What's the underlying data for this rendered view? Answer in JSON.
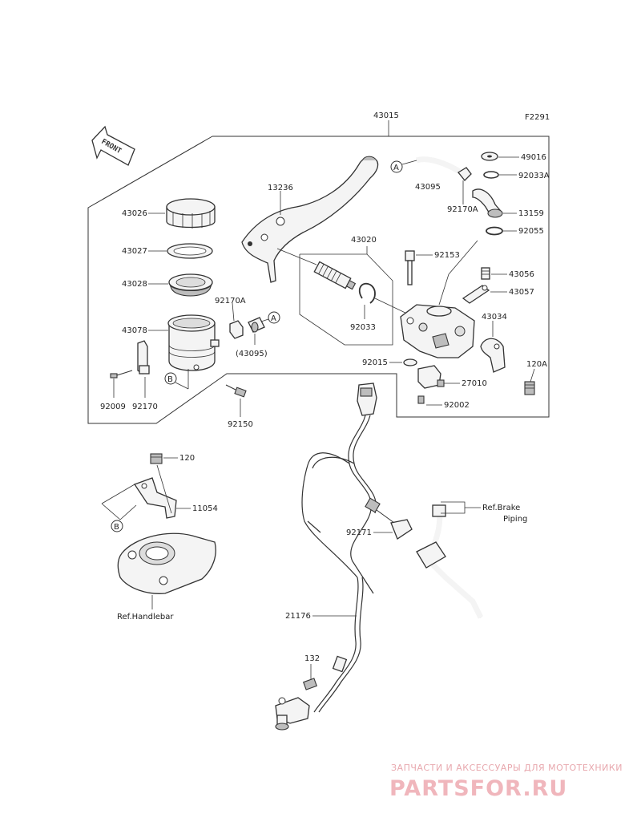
{
  "figure_code": "F2291",
  "front_arrow_text": "FRONT",
  "labels": {
    "l43015": "43015",
    "l49016": "49016",
    "l43095": "43095",
    "l92033A": "92033A",
    "l92170A_top": "92170A",
    "l13159": "13159",
    "l92055": "92055",
    "l13236": "13236",
    "l43026": "43026",
    "l43020": "43020",
    "l92153": "92153",
    "l43027": "43027",
    "l43056": "43056",
    "l43028": "43028",
    "l43057": "43057",
    "l92170A_mid": "92170A",
    "l43078": "43078",
    "l92033": "92033",
    "l43034": "43034",
    "l43095_ref": "(43095)",
    "l92015": "92015",
    "l120A": "120A",
    "l27010": "27010",
    "l92009": "92009",
    "l92170": "92170",
    "l92002": "92002",
    "l92150": "92150",
    "l120": "120",
    "l11054": "11054",
    "l92171": "92171",
    "l21176": "21176",
    "l132": "132",
    "ref_brake_1": "Ref.Brake",
    "ref_brake_2": "Piping",
    "ref_handlebar": "Ref.Handlebar"
  },
  "callouts": {
    "A1": "A",
    "A2": "A",
    "B1": "B",
    "B2": "B"
  },
  "watermark": {
    "tagline": "ЗАПЧАСТИ И АКСЕССУАРЫ ДЛЯ МОТОТЕХНИКИ",
    "brand": "PARTSFOR.RU"
  }
}
